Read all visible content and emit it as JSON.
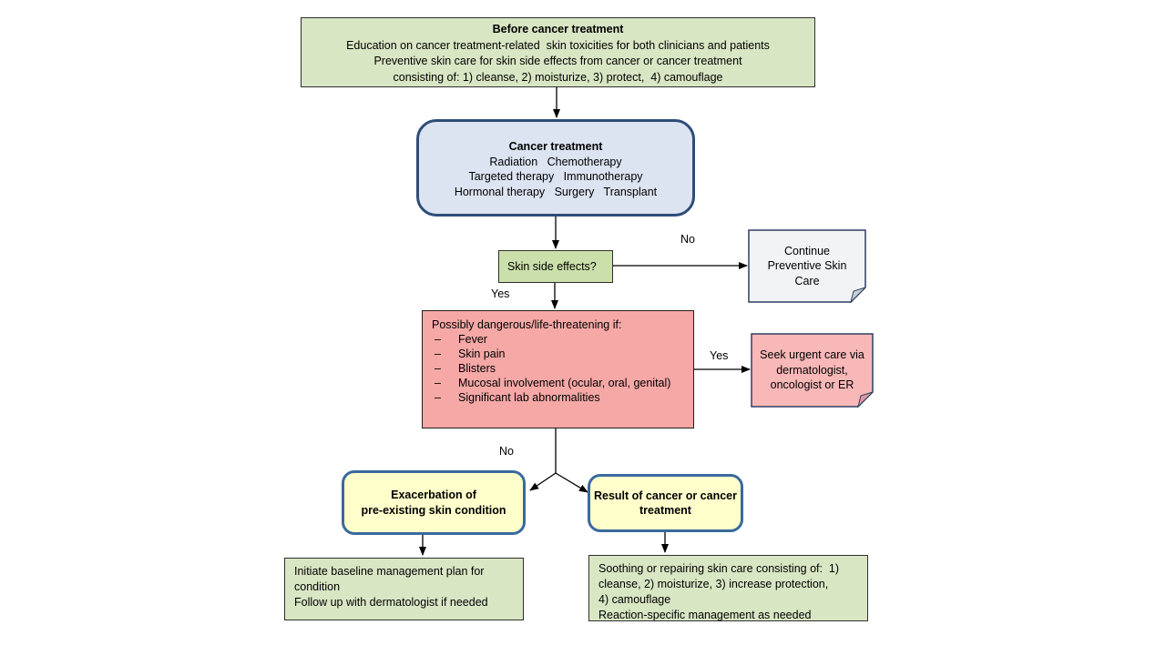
{
  "colors": {
    "green_fill": "#d9e6c4",
    "green_decision_fill": "#cbdfab",
    "green_border": "#2f2f2f",
    "blue_fill": "#dce4f1",
    "blue_border": "#2e4c79",
    "red_fill": "#f5a8a6",
    "pink_note_fill": "#f8b8b8",
    "pink_note_fold": "#dd9a9c",
    "gray_note_fill": "#f2f3f5",
    "gray_note_fold": "#c9cdd5",
    "note_border": "#2e3f63",
    "yellow_fill": "#ffffcc",
    "yellow_border": "#3a6a9e",
    "arrow": "#000000"
  },
  "edge_labels": {
    "no_side_effects": "No",
    "yes_side_effects": "Yes",
    "yes_dangerous": "Yes",
    "no_dangerous": "No"
  },
  "boxes": {
    "before": {
      "title": "Before cancer treatment",
      "lines": [
        "Education on cancer treatment-related  skin toxicities for both clinicians and patients",
        "Preventive skin care for skin side effects from cancer or cancer treatment",
        "consisting of: 1) cleanse, 2) moisturize, 3) protect,  4) camouflage"
      ]
    },
    "treatment": {
      "title": "Cancer treatment",
      "lines": [
        "Radiation   Chemotherapy",
        "Targeted therapy   Immunotherapy",
        "Hormonal therapy   Surgery   Transplant"
      ]
    },
    "decision_skin": {
      "text": "Skin side effects?"
    },
    "continue_note": {
      "lines": [
        "Continue",
        "Preventive Skin",
        "Care"
      ]
    },
    "danger": {
      "title": "Possibly dangerous/life-threatening if:",
      "dash": "–",
      "items": [
        "Fever",
        "Skin pain",
        "Blisters",
        "Mucosal involvement (ocular, oral, genital)",
        "Significant lab abnormalities"
      ]
    },
    "urgent_note": {
      "lines": [
        "Seek urgent care via",
        "dermatologist,",
        "oncologist or ER"
      ]
    },
    "exacerbation": {
      "lines": [
        "Exacerbation of",
        "pre-existing skin condition"
      ]
    },
    "result": {
      "lines": [
        "Result of cancer or cancer",
        "treatment"
      ]
    },
    "baseline": {
      "lines": [
        "Initiate baseline management plan for",
        "condition",
        "Follow up with dermatologist if needed"
      ]
    },
    "soothing": {
      "lines": [
        "Soothing or repairing skin care consisting of:  1)",
        "cleanse, 2) moisturize, 3) increase protection,",
        "4) camouflage",
        "Reaction-specific management as needed"
      ]
    }
  }
}
